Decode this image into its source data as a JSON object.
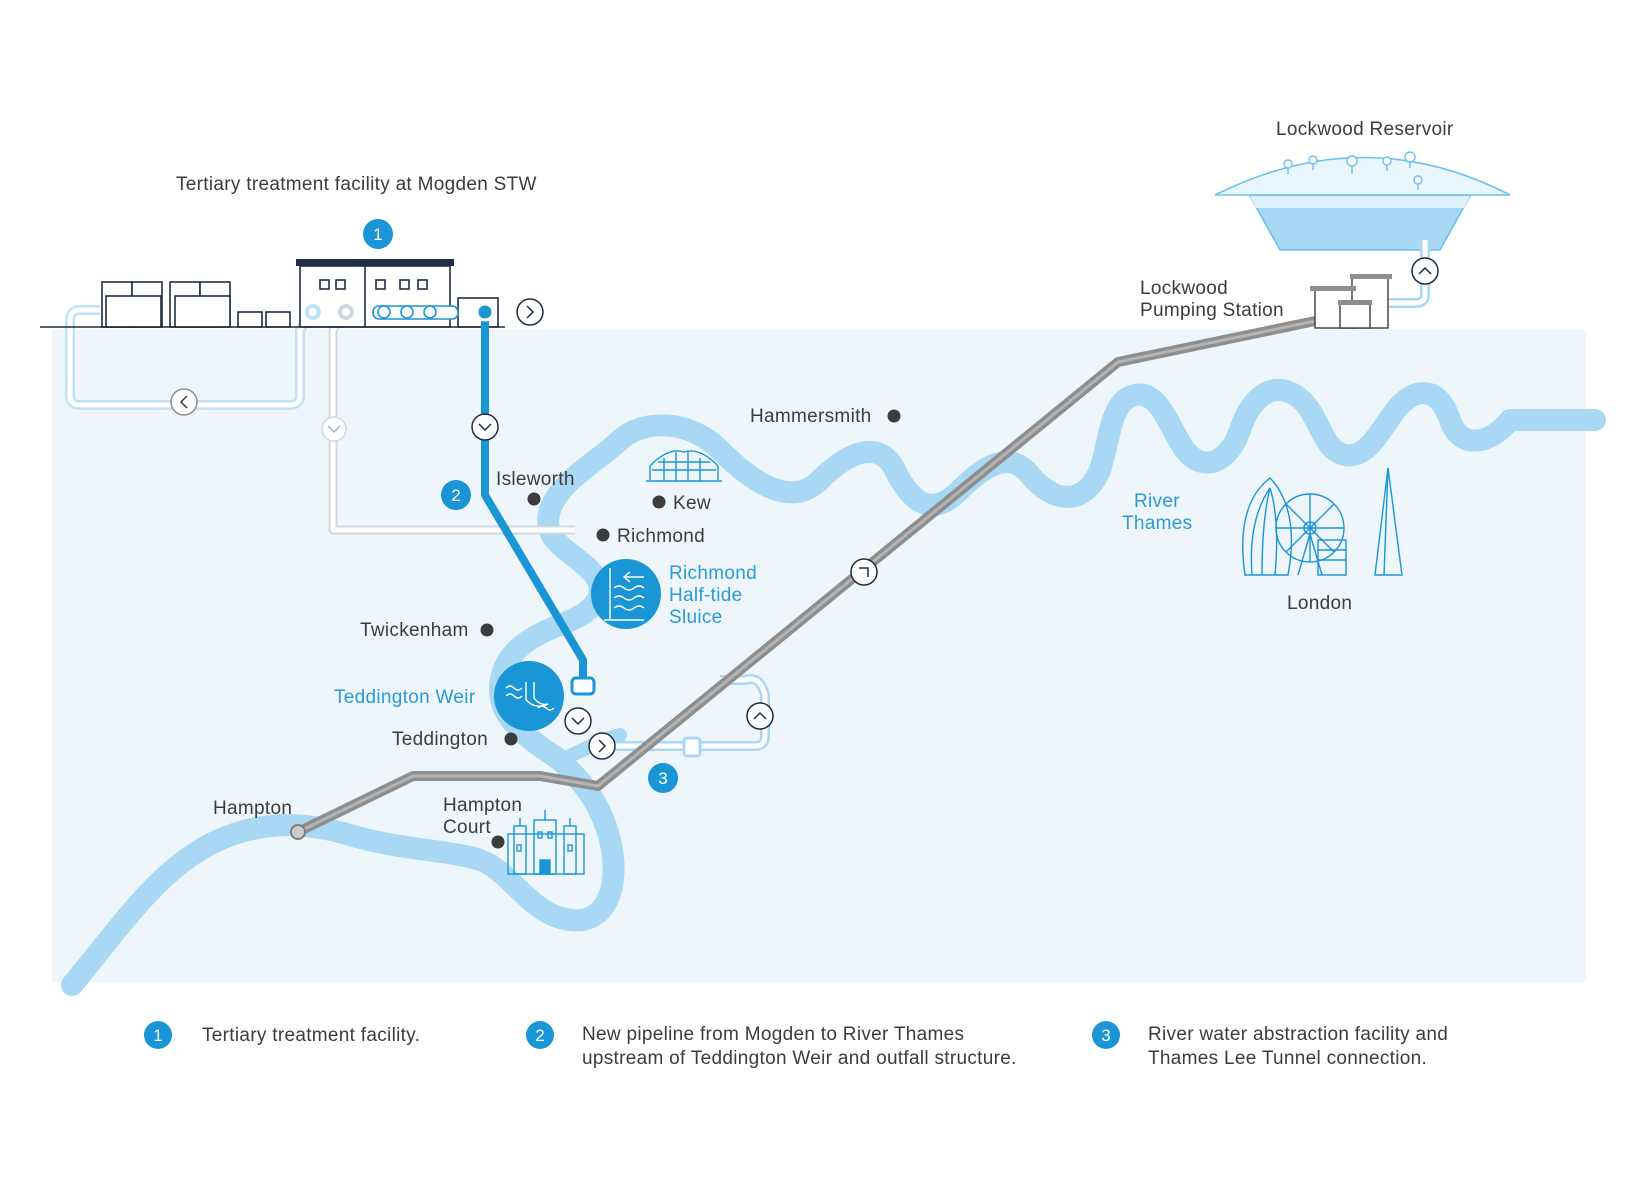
{
  "titles": {
    "mogden": "Tertiary treatment facility at Mogden STW",
    "reservoir": "Lockwood Reservoir",
    "pumping_line1": "Lockwood",
    "pumping_line2": "Pumping Station"
  },
  "places": {
    "hammersmith": "Hammersmith",
    "isleworth": "Isleworth",
    "kew": "Kew",
    "richmond": "Richmond",
    "twickenham": "Twickenham",
    "teddington": "Teddington",
    "hampton": "Hampton",
    "hampton_court_line1": "Hampton",
    "hampton_court_line2": "Court",
    "london": "London"
  },
  "features": {
    "river_line1": "River",
    "river_line2": "Thames",
    "sluice_line1": "Richmond",
    "sluice_line2": "Half-tide",
    "sluice_line3": "Sluice",
    "weir": "Teddington Weir"
  },
  "markers": {
    "m1": "1",
    "m2": "2",
    "m3": "3"
  },
  "legend": [
    {
      "num": "1",
      "line1": "Tertiary treatment facility.",
      "line2": ""
    },
    {
      "num": "2",
      "line1": "New pipeline from Mogden to River Thames",
      "line2": "upstream of Teddington Weir and outfall structure."
    },
    {
      "num": "3",
      "line1": "River water abstraction facility and",
      "line2": "Thames Lee Tunnel connection."
    }
  ],
  "colors": {
    "map_bg": "#eef6fc",
    "river": "#a9d8f4",
    "accent": "#1a95d6",
    "tunnel": "#8e8e8e",
    "dark": "#1f2d45",
    "pipe_light": "#d6e3ec"
  },
  "icons": [
    "kew-palm-house-icon",
    "sluice-icon",
    "weir-icon",
    "hampton-court-palace-icon",
    "london-skyline-icon",
    "reservoir-icon",
    "pumping-station-icon",
    "chevron-icon"
  ]
}
